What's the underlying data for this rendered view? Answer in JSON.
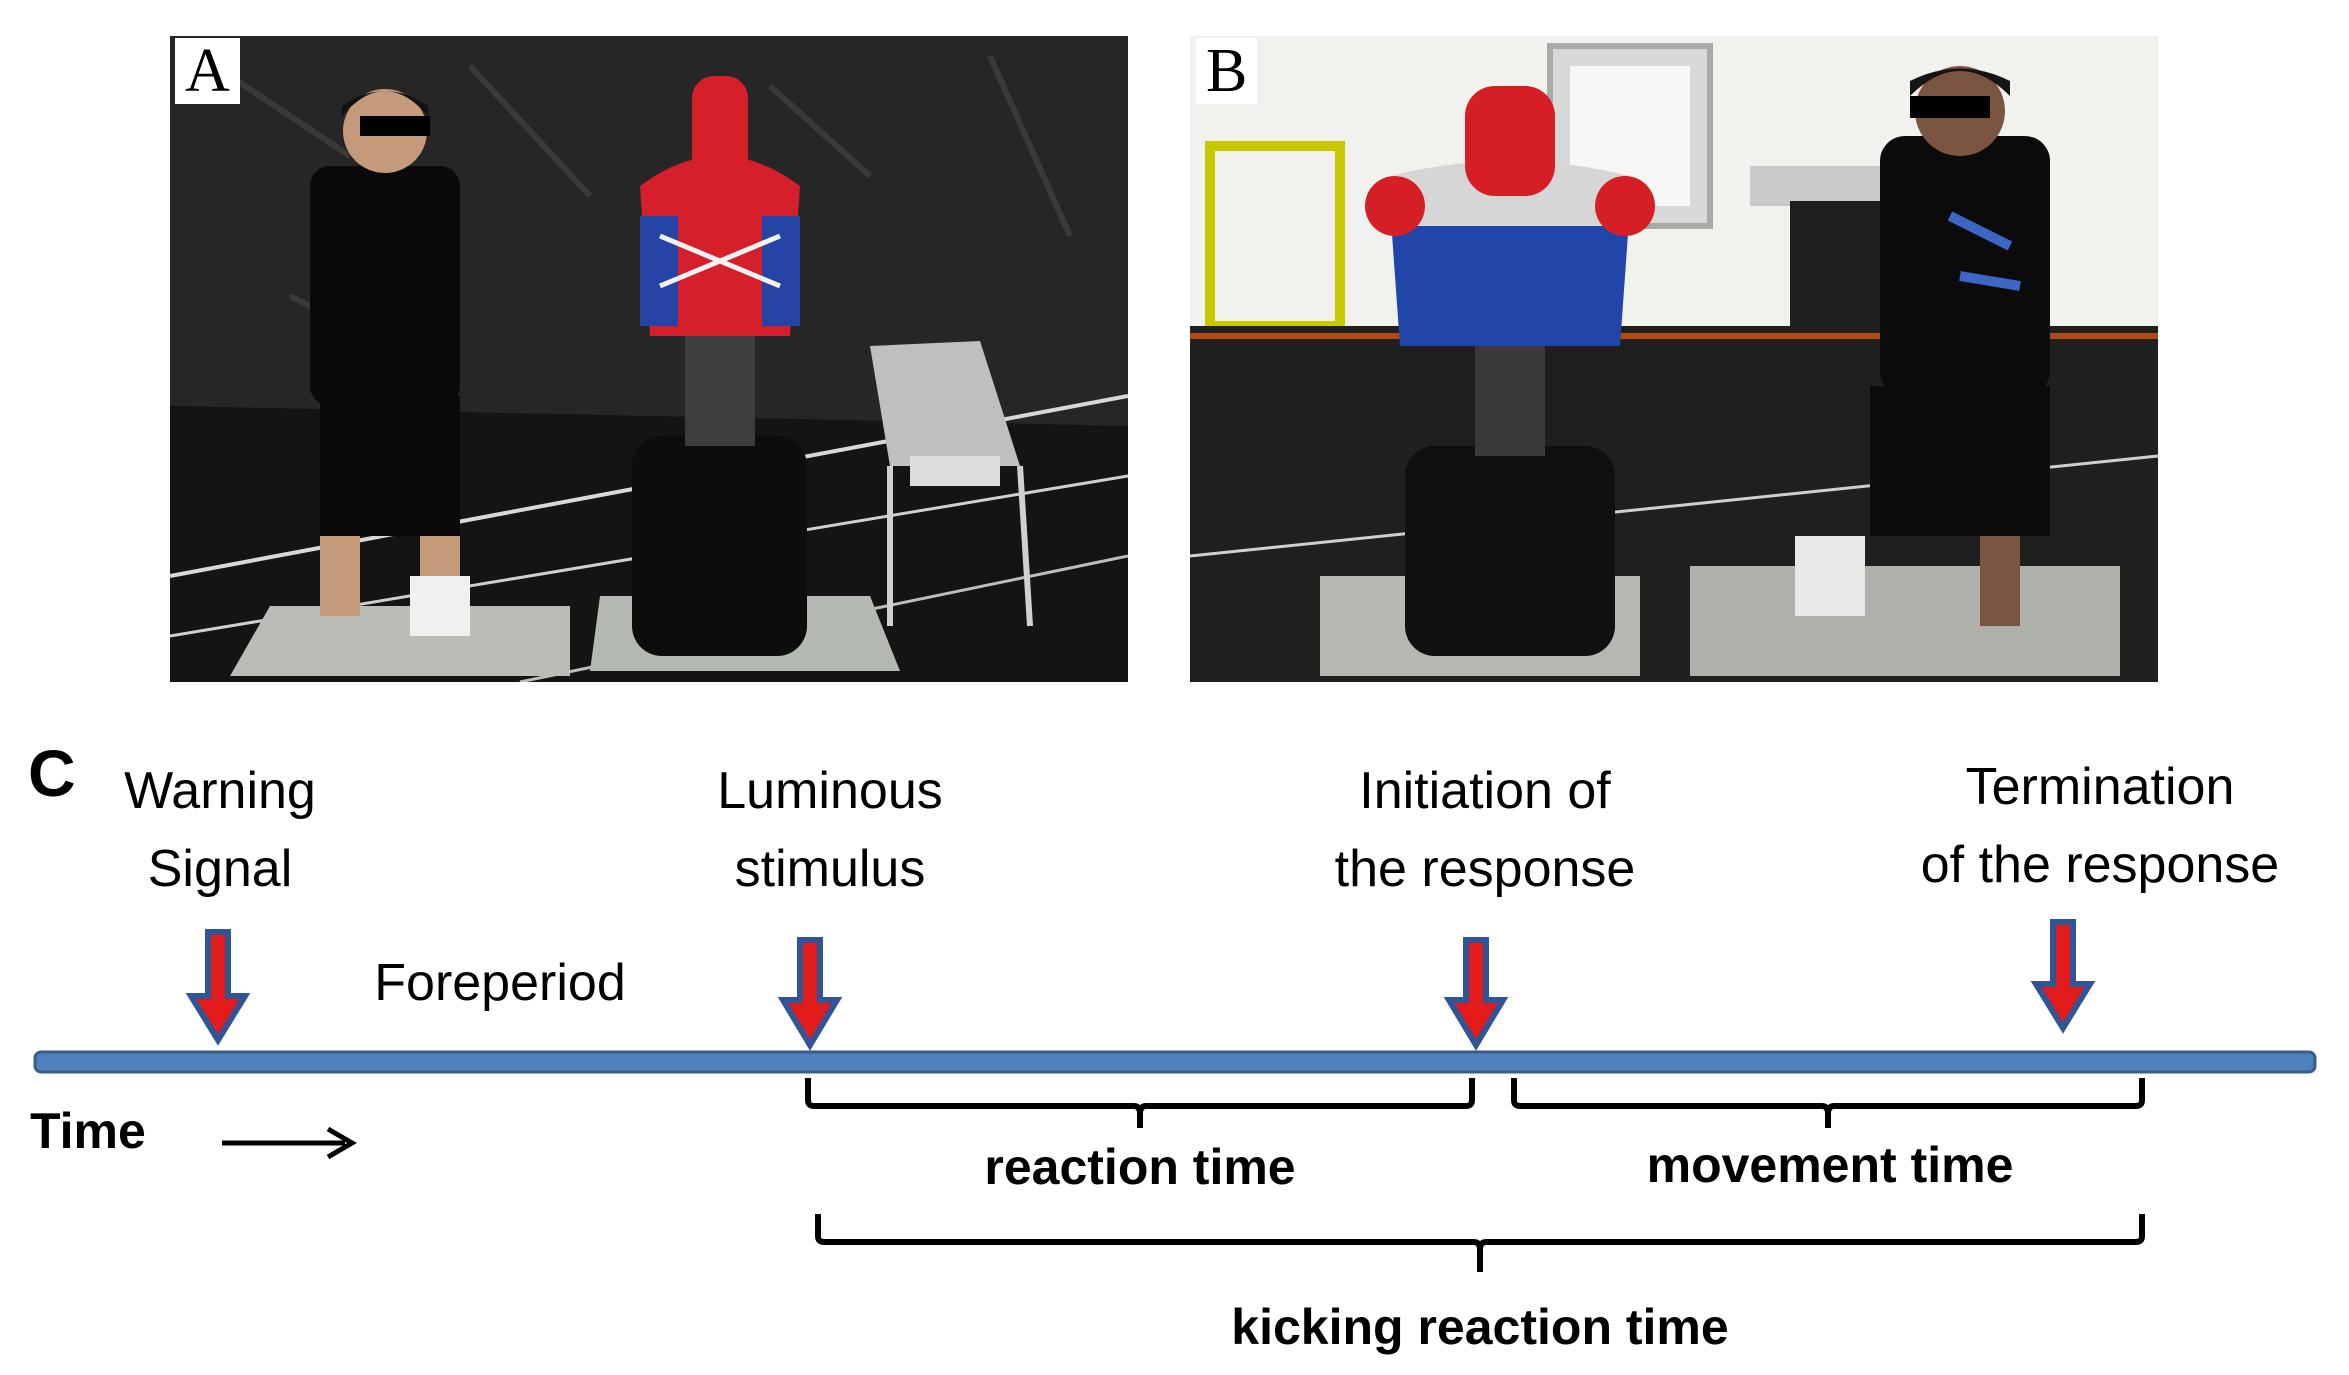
{
  "panels": {
    "a": {
      "letter": "A"
    },
    "b": {
      "letter": "B"
    },
    "c": {
      "letter": "C"
    }
  },
  "timeline": {
    "events": {
      "warning": {
        "line1": "Warning",
        "line2": "Signal"
      },
      "stimulus": {
        "line1": "Luminous",
        "line2": "stimulus"
      },
      "initiation": {
        "line1": "Initiation of",
        "line2": "the response"
      },
      "termination": {
        "line1": "Termination",
        "line2": "of the response"
      }
    },
    "foreperiod": "Foreperiod",
    "time_label": "Time",
    "intervals": {
      "reaction": "reaction time",
      "movement": "movement time",
      "kicking": "kicking reaction time"
    }
  },
  "colors": {
    "timeline_fill": "#4f81bd",
    "timeline_stroke": "#385d8a",
    "arrow_fill": "#e41b1b",
    "arrow_stroke": "#2f5597",
    "bracket": "#000000"
  }
}
